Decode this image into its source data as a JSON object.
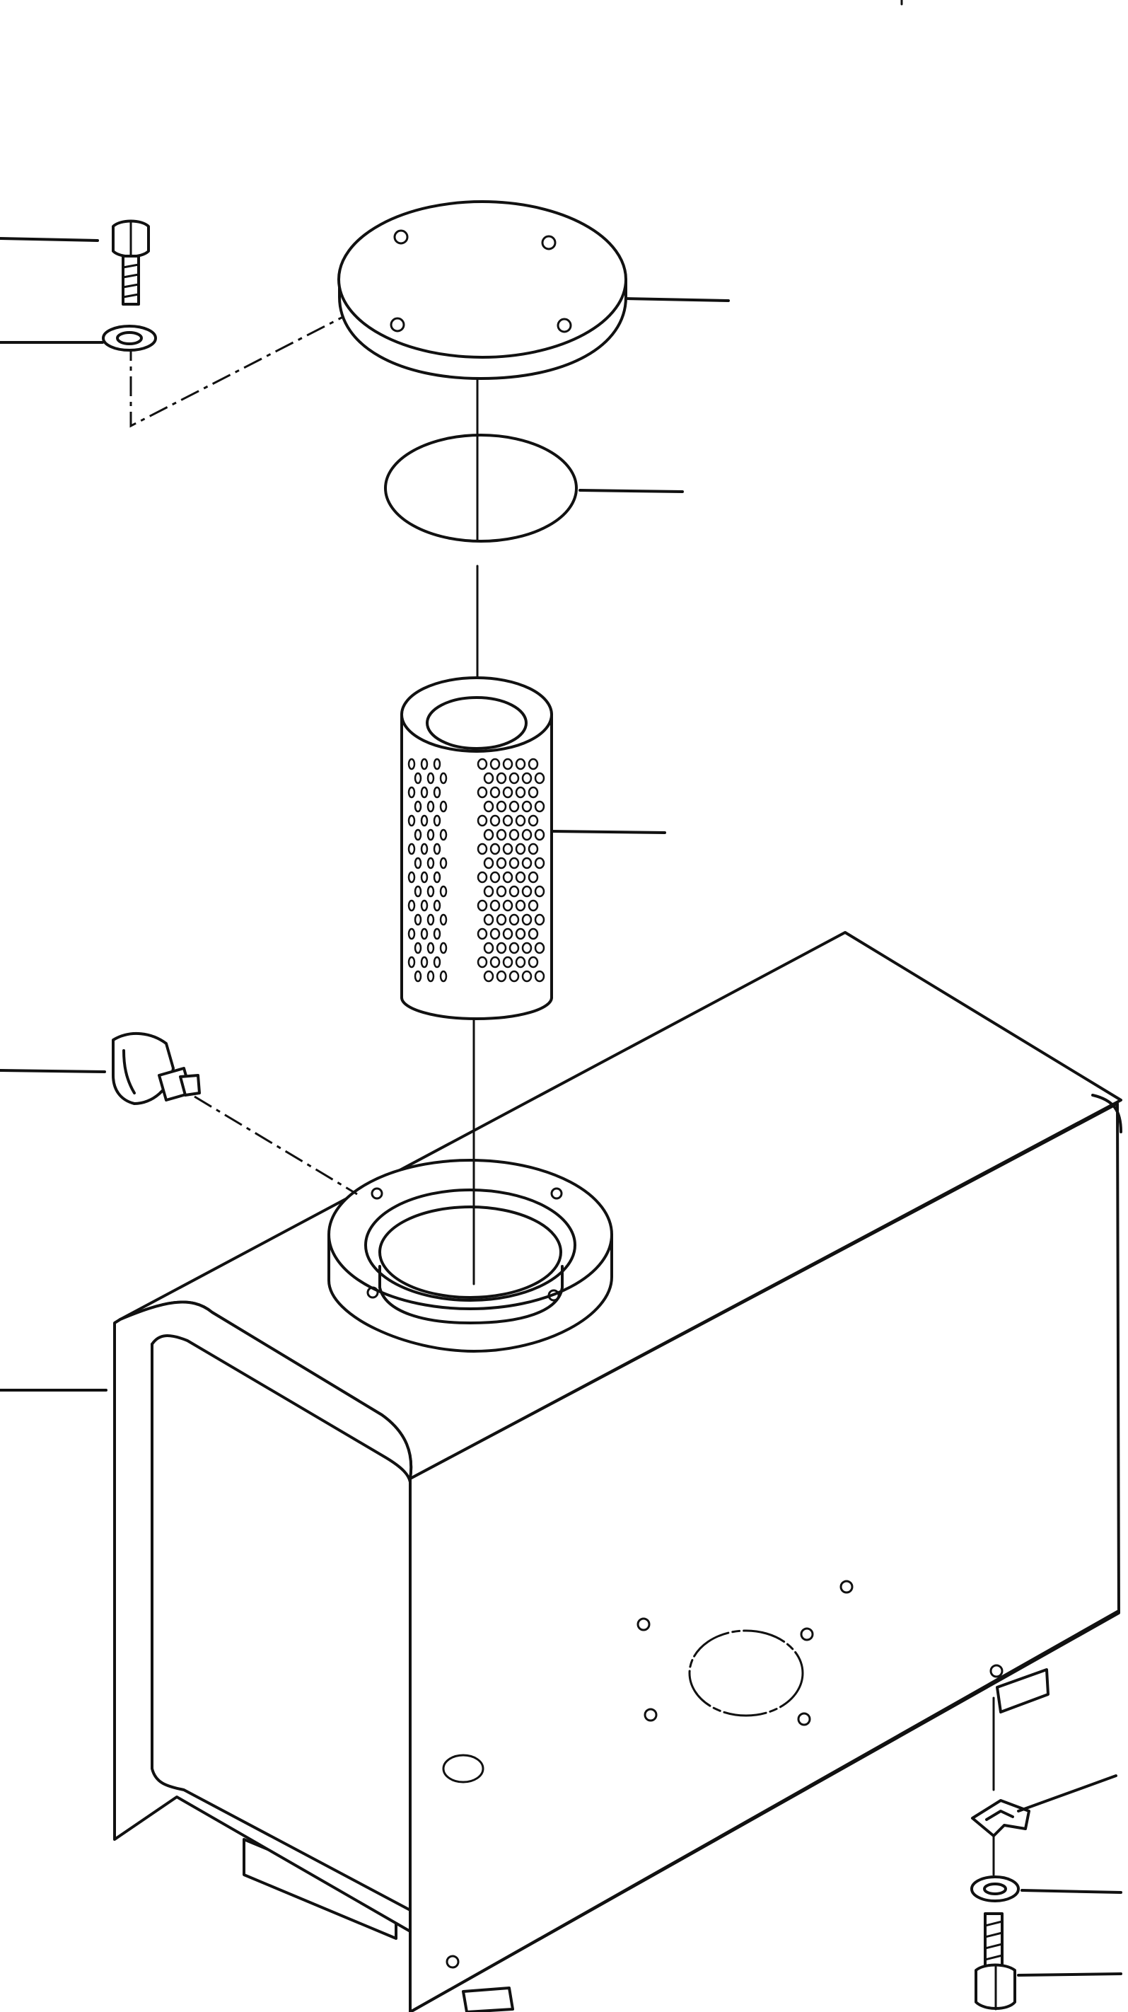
{
  "diagram": {
    "parts": [
      {
        "id": "bolt-top"
      },
      {
        "id": "washer-top"
      },
      {
        "id": "cover-plate"
      },
      {
        "id": "o-ring"
      },
      {
        "id": "filter-element"
      },
      {
        "id": "breather-plug"
      },
      {
        "id": "tank"
      },
      {
        "id": "clip"
      },
      {
        "id": "washer-bottom"
      },
      {
        "id": "bolt-bottom"
      }
    ]
  }
}
